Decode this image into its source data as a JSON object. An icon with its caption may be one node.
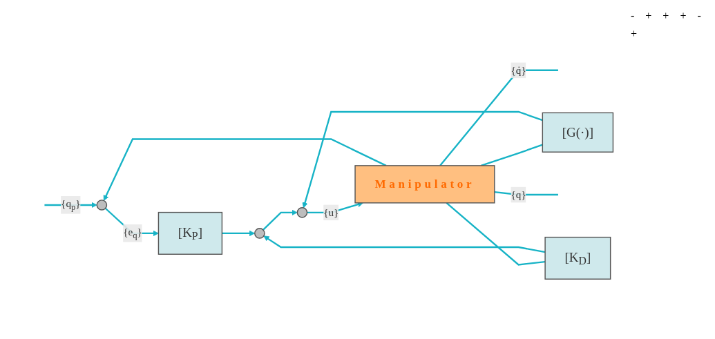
{
  "diagram": {
    "nodes": [
      {
        "text": [],
        "shape": "circle"
      },
      {
        "text": [
          "[K$_{P}$]"
        ]
      },
      {
        "text": [],
        "shape": "circle"
      },
      {
        "text": [],
        "shape": "circle"
      },
      {
        "text": [
          "Manipulator"
        ]
      },
      {
        "text": [
          "[K$_{D}$]"
        ]
      },
      {
        "text": [
          "[G(·)]"
        ]
      }
    ],
    "edges": [
      {
        "from": null,
        "to": 0,
        "arrow": "to",
        "label": "{q$_{p}$}"
      },
      {
        "from": 0,
        "to": 1,
        "arrow": "to",
        "label": "{e$_{q}$}"
      },
      {
        "from": 1,
        "to": 2,
        "arrow": "to"
      },
      {
        "from": 2,
        "to": 3,
        "arrow": "to"
      },
      {
        "from": 3,
        "to": 4,
        "arrow": "to",
        "label": "{u}"
      },
      {
        "from": 4,
        "to": null,
        "arrow": "none",
        "label": "{q̇}"
      },
      {
        "from": 4,
        "to": 5,
        "arrow": "none"
      },
      {
        "from": 5,
        "to": 2,
        "arrow": "to"
      },
      {
        "from": 4,
        "to": null,
        "arrow": "none",
        "label": "{q}"
      },
      {
        "from": 4,
        "to": 6,
        "arrow": "none"
      },
      {
        "from": 6,
        "to": 3,
        "arrow": "to"
      },
      {
        "from": 4,
        "to": 0,
        "arrow": "to"
      }
    ],
    "labels": [
      "-",
      "+",
      "+",
      "+",
      "-",
      "+"
    ]
  }
}
